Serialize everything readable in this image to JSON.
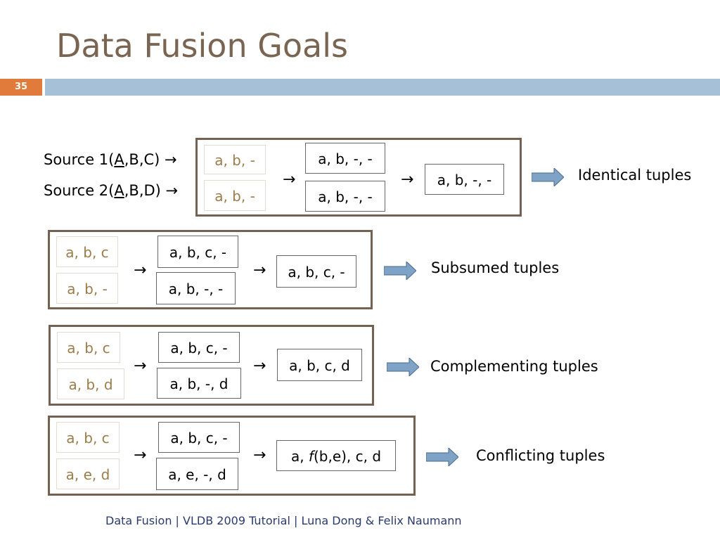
{
  "slide": {
    "title": "Data Fusion Goals",
    "number": "35",
    "footer": "Data Fusion | VLDB 2009 Tutorial | Luna Dong & Felix Naumann"
  },
  "sources": [
    {
      "prefix": "Source 1(",
      "key": "A",
      "rest": ",B,C)",
      "arrow": "→"
    },
    {
      "prefix": "Source 2(",
      "key": "A",
      "rest": ",B,D)",
      "arrow": "→"
    }
  ],
  "groups": [
    {
      "src": [
        "a, b, -",
        "a, b, -"
      ],
      "mid": [
        "a, b, -, -",
        "a, b, -, -"
      ],
      "arrow": "→",
      "result": "a, b, -, -",
      "label": "Identical tuples"
    },
    {
      "src": [
        "a, b, c",
        "a, b, -"
      ],
      "mid": [
        "a, b, c, -",
        "a, b, -, -"
      ],
      "arrow": "→",
      "result": "a, b, c, -",
      "label": "Subsumed tuples"
    },
    {
      "src": [
        "a, b, c",
        "a, b, d"
      ],
      "mid": [
        "a, b, c, -",
        "a, b, -, d"
      ],
      "arrow": "→",
      "result": "a, b, c, d",
      "label": "Complementing tuples"
    },
    {
      "src": [
        "a, b, c",
        "a, e, d"
      ],
      "mid": [
        "a, b, c, -",
        "a, e, -, d"
      ],
      "arrow": "→",
      "result_parts": {
        "pre": "a, ",
        "func": "f",
        "post": "(b,e), c, d"
      },
      "label": "Conflicting tuples"
    }
  ],
  "colors": {
    "title": "#7a6452",
    "source_text": "#9b7c4a",
    "arrow_fill": "#7fa3c6",
    "accent": "#e07b3c",
    "rule": "#a6c1d7"
  }
}
